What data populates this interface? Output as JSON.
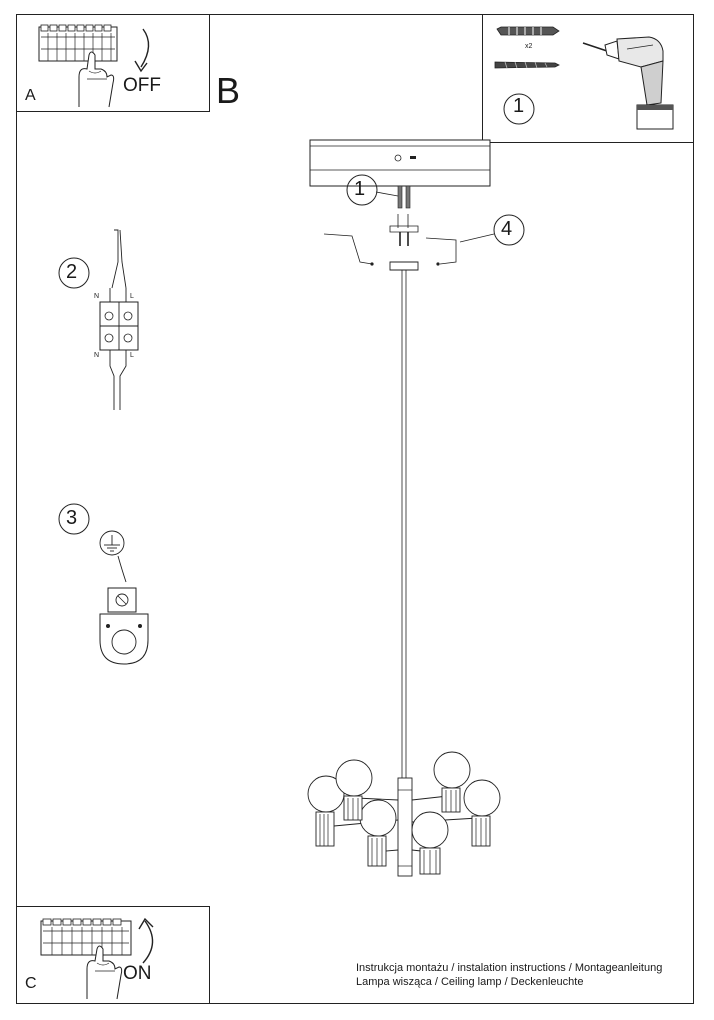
{
  "panel_a": {
    "letter": "A",
    "state": "OFF",
    "icon": "breaker-switch-icon"
  },
  "panel_c": {
    "letter": "C",
    "state": "ON",
    "icon": "breaker-switch-icon"
  },
  "panel_b": {
    "letter": "B"
  },
  "tools_panel": {
    "step": "1",
    "quantity": "x2",
    "icons": [
      "wall-plug-icon",
      "screw-icon",
      "drill-icon"
    ]
  },
  "steps": {
    "step1": "1",
    "step2": "2",
    "step3": "3",
    "step4": "4"
  },
  "terminal": {
    "n_top": "N",
    "l_top": "L",
    "n_bottom": "N",
    "l_bottom": "L"
  },
  "caption": {
    "line1": "Instrukcja montażu / instalation instructions / Montageanleitung",
    "line2": "Lampa wisząca / Ceiling lamp / Deckenleuchte"
  }
}
